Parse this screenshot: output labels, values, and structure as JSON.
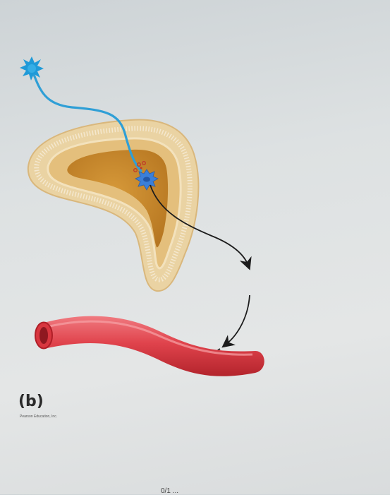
{
  "figure": {
    "panel_label": "(b)",
    "credit": "Pearson Education, Inc.",
    "footer_text": "0/1 ..."
  },
  "colors": {
    "neuron": "#2f9fd6",
    "secretory_cell": "#3b7fd8",
    "granules": "#c0392b",
    "gland_outer": "#e8cfa0",
    "gland_inner": "#c98a2a",
    "blood_vessel": "#e0434c",
    "arrow": "#1c1c1c"
  },
  "icons": [
    "neuron-cell-body-icon",
    "secretory-cell-icon",
    "arrow-icon"
  ]
}
